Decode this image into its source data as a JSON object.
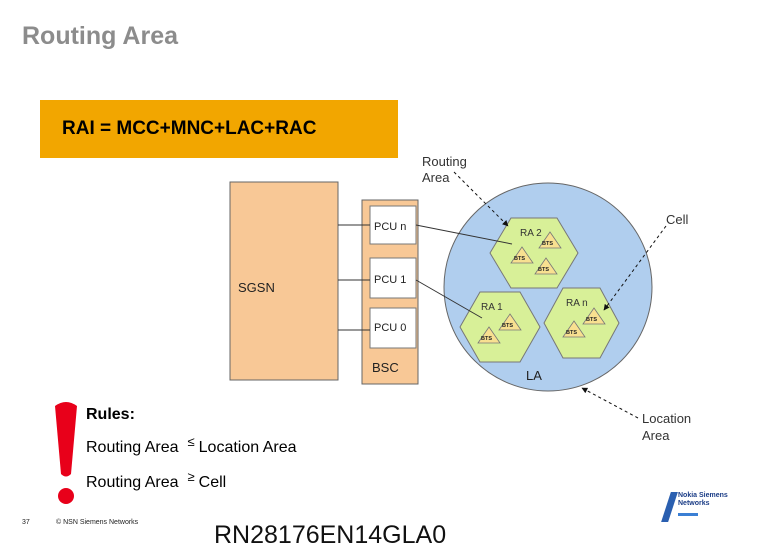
{
  "title": "Routing Area",
  "rai_formula": "RAI = MCC+MNC+LAC+RAC",
  "diagram": {
    "sgsn_label": "SGSN",
    "bsc_label": "BSC",
    "pcus": [
      "PCU n",
      "PCU 1",
      "PCU 0"
    ],
    "la_label": "LA",
    "ras": [
      {
        "label": "RA 2",
        "bts": [
          "BTS",
          "BTS",
          "BTS"
        ]
      },
      {
        "label": "RA 1",
        "bts": [
          "BTS",
          "BTS"
        ]
      },
      {
        "label": "RA n",
        "bts": [
          "BTS",
          "BTS"
        ]
      }
    ],
    "callouts": {
      "routing_area": [
        "Routing",
        "Area"
      ],
      "cell": "Cell",
      "location_area": [
        "Location",
        "Area"
      ]
    },
    "colors": {
      "sgsn_fill": "#f8c896",
      "la_fill": "#b0ceee",
      "ra_fill": "#d8f098",
      "bts_fill": "#f8e090",
      "accent": "#f2a600",
      "exclamation": "#e8001a"
    }
  },
  "rules": {
    "heading": "Rules:",
    "items": [
      {
        "left": "Routing Area",
        "symbol": "≤",
        "right": "Location Area"
      },
      {
        "left": "Routing Area",
        "symbol": "≥",
        "right": "Cell"
      }
    ]
  },
  "footer": {
    "page": "37",
    "copyright": "© NSN Siemens Networks",
    "code": "RN28176EN14GLA0",
    "brand": [
      "Nokia Siemens",
      "Networks"
    ]
  }
}
